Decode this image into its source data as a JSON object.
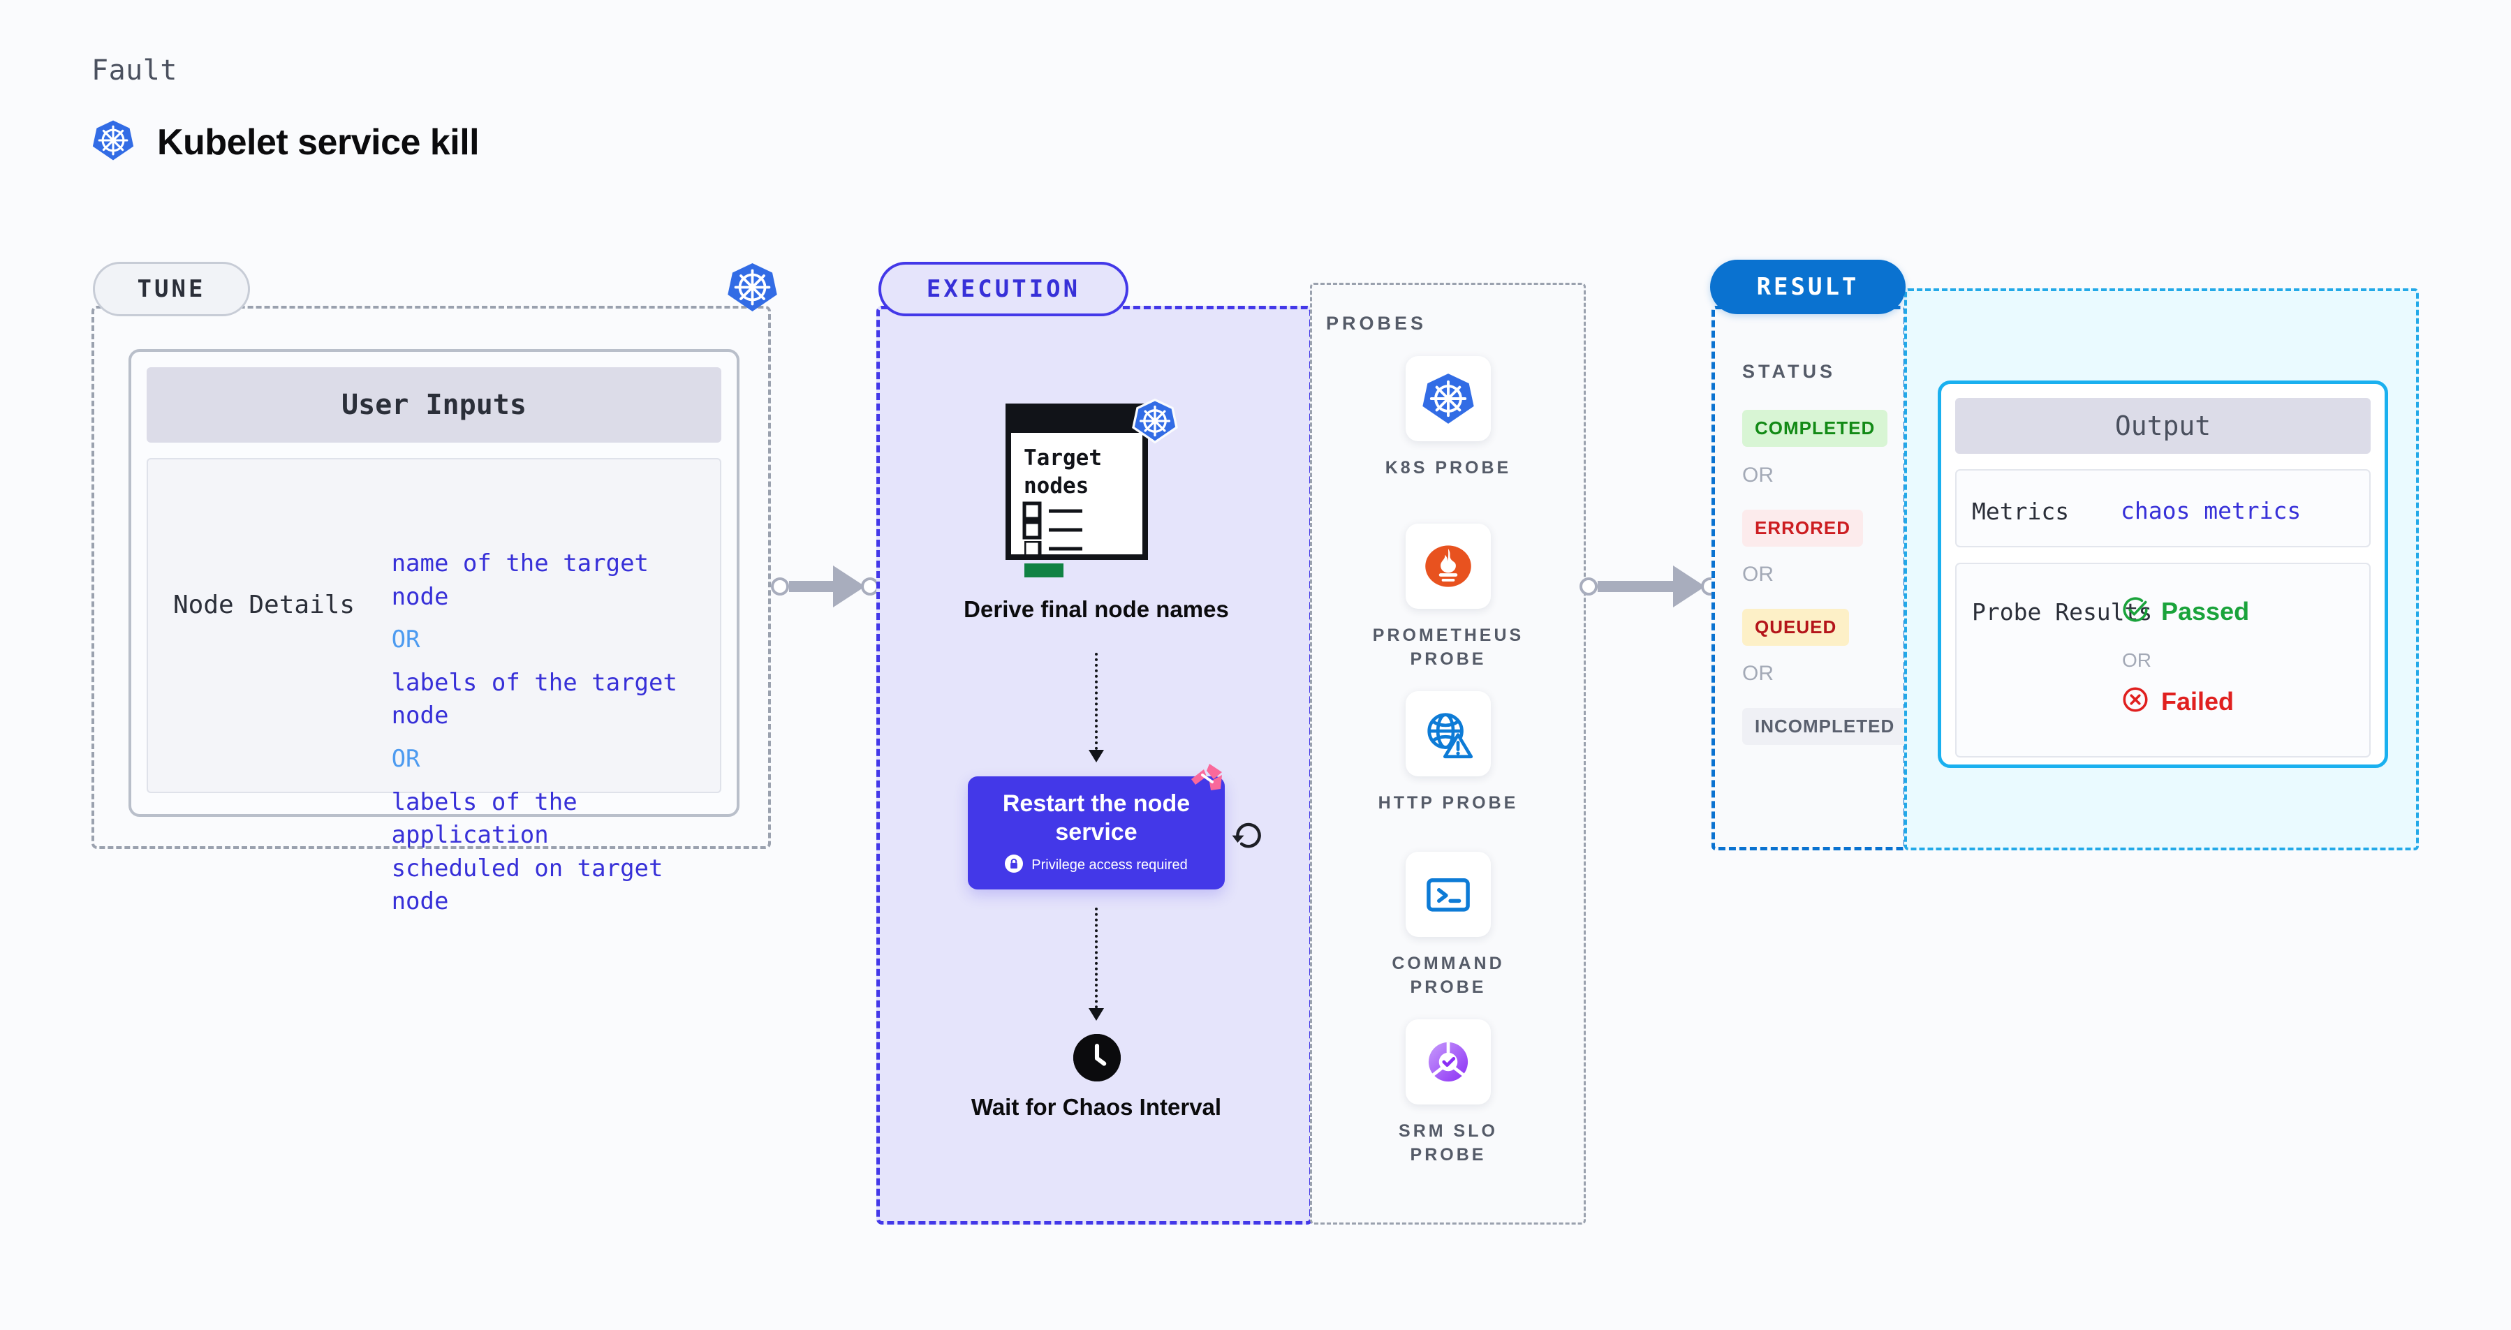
{
  "header": {
    "eyebrow": "Fault",
    "title": "Kubelet service kill",
    "icon": "kubernetes-icon"
  },
  "tune": {
    "pill_label": "TUNE",
    "badge_icon": "kubernetes-icon",
    "panel_title": "User Inputs",
    "rows": [
      {
        "key": "Node Details",
        "values": [
          "name of the target node",
          "labels of the target node",
          "labels of the application\n scheduled on target node"
        ],
        "separator": "OR"
      }
    ]
  },
  "execution": {
    "pill_label": "EXECUTION",
    "nodes": [
      {
        "id": "derive-node-names",
        "label": "Derive final node names",
        "icon": "target-nodes-list-icon",
        "icon_title": "Target nodes",
        "badge_icon": "kubernetes-icon"
      },
      {
        "id": "restart-node-service",
        "label": "Restart the node service",
        "note": "Privilege access required",
        "note_icon": "lock-icon",
        "corner_icon": "harness-logo-icon",
        "side_icon": "refresh-loop-icon"
      },
      {
        "id": "wait-chaos-interval",
        "label": "Wait for Chaos Interval",
        "icon": "clock-icon"
      }
    ]
  },
  "probes": {
    "section_label": "PROBES",
    "items": [
      {
        "label": "K8S PROBE",
        "icon": "kubernetes-icon"
      },
      {
        "label": "PROMETHEUS PROBE",
        "icon": "prometheus-icon"
      },
      {
        "label": "HTTP PROBE",
        "icon": "globe-warning-icon"
      },
      {
        "label": "COMMAND PROBE",
        "icon": "terminal-icon"
      },
      {
        "label": "SRM SLO PROBE",
        "icon": "slo-check-icon"
      }
    ]
  },
  "result": {
    "pill_label": "RESULT",
    "status_label": "STATUS",
    "separator": "OR",
    "statuses": [
      {
        "label": "COMPLETED",
        "bg": "#d8f5d4",
        "fg": "#138a16"
      },
      {
        "label": "ERRORED",
        "bg": "#fcebec",
        "fg": "#cc1d21"
      },
      {
        "label": "QUEUED",
        "bg": "#fdf0c7",
        "fg": "#b4151a"
      },
      {
        "label": "INCOMPLETED",
        "bg": "#eff0f5",
        "fg": "#5a606e"
      }
    ]
  },
  "output": {
    "title": "Output",
    "metrics_key": "Metrics",
    "metrics_value": "chaos metrics",
    "probe_results_key": "Probe Results",
    "passed_label": "Passed",
    "failed_label": "Failed",
    "separator": "OR",
    "passed_icon": "check-circle-icon",
    "failed_icon": "x-circle-icon"
  },
  "colors": {
    "accent_purple": "#4338e8",
    "accent_blue": "#0a72d0",
    "accent_cyan": "#1ab0ef",
    "k8s_blue": "#326ce5",
    "harness_pink": "#f9699b",
    "pass_green": "#1aa33b",
    "fail_red": "#e0201f"
  }
}
